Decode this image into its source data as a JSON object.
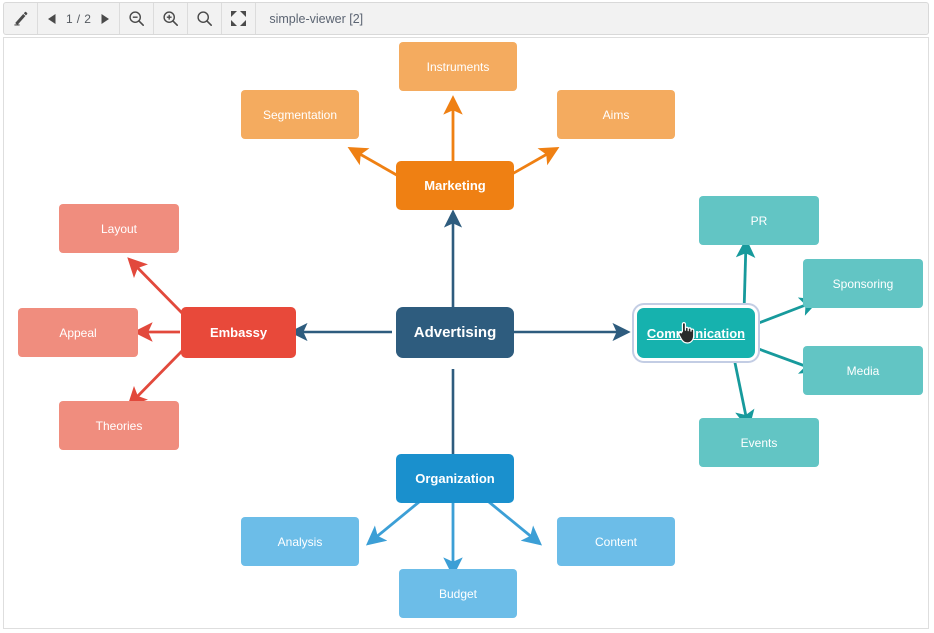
{
  "window": {
    "title": "simple-viewer [2]"
  },
  "toolbar": {
    "edit_label": "edit-pencil",
    "prev_label": "previous-page",
    "next_label": "next-page",
    "page_indicator": "1 / 2",
    "zoom_out_label": "zoom-out",
    "zoom_in_label": "zoom-in",
    "zoom_reset_label": "zoom-reset",
    "fullscreen_label": "fullscreen"
  },
  "colors": {
    "root": "#2e5c7e",
    "orange_dark": "#ef8013",
    "orange_light": "#f4ab5f",
    "red_dark": "#e8493a",
    "red_light": "#f08d7e",
    "blue_dark": "#1a90cd",
    "blue_light": "#6cbde8",
    "teal_dark": "#16b2ae",
    "teal_light": "#62c5c4",
    "selection_halo": "#c3cde4",
    "canvas_background": "#ffffff",
    "toolbar_background": "#f2f2f2"
  },
  "diagram": {
    "type": "mind-map",
    "root": {
      "label": "Advertising"
    },
    "branches": [
      {
        "label": "Marketing",
        "color": "#ef8013",
        "leaf_color": "#f4ab5f",
        "direction": "up",
        "leaves": [
          {
            "label": "Segmentation"
          },
          {
            "label": "Instruments"
          },
          {
            "label": "Aims"
          }
        ]
      },
      {
        "label": "Embassy",
        "color": "#e8493a",
        "leaf_color": "#f08d7e",
        "direction": "left",
        "leaves": [
          {
            "label": "Layout"
          },
          {
            "label": "Appeal"
          },
          {
            "label": "Theories"
          }
        ]
      },
      {
        "label": "Communication",
        "color": "#16b2ae",
        "leaf_color": "#62c5c4",
        "direction": "right",
        "selected": true,
        "leaves": [
          {
            "label": "PR"
          },
          {
            "label": "Sponsoring"
          },
          {
            "label": "Media"
          },
          {
            "label": "Events"
          }
        ]
      },
      {
        "label": "Organization",
        "color": "#1a90cd",
        "leaf_color": "#6cbde8",
        "direction": "down",
        "leaves": [
          {
            "label": "Analysis"
          },
          {
            "label": "Budget"
          },
          {
            "label": "Content"
          }
        ]
      }
    ]
  }
}
